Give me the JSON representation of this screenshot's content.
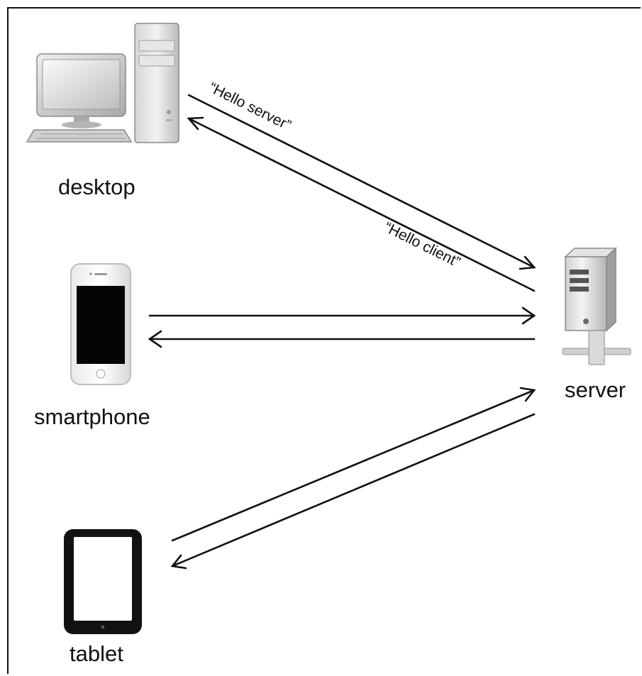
{
  "nodes": {
    "desktop": {
      "label": "desktop",
      "icon": "desktop-computer-icon"
    },
    "smartphone": {
      "label": "smartphone",
      "icon": "smartphone-icon"
    },
    "tablet": {
      "label": "tablet",
      "icon": "tablet-icon"
    },
    "server": {
      "label": "server",
      "icon": "server-icon"
    }
  },
  "messages": {
    "request": "“Hello server”",
    "response": "“Hello client”"
  },
  "colors": {
    "line": "#111111",
    "device_gray": "#c9c9c9",
    "screen": "#050505"
  }
}
